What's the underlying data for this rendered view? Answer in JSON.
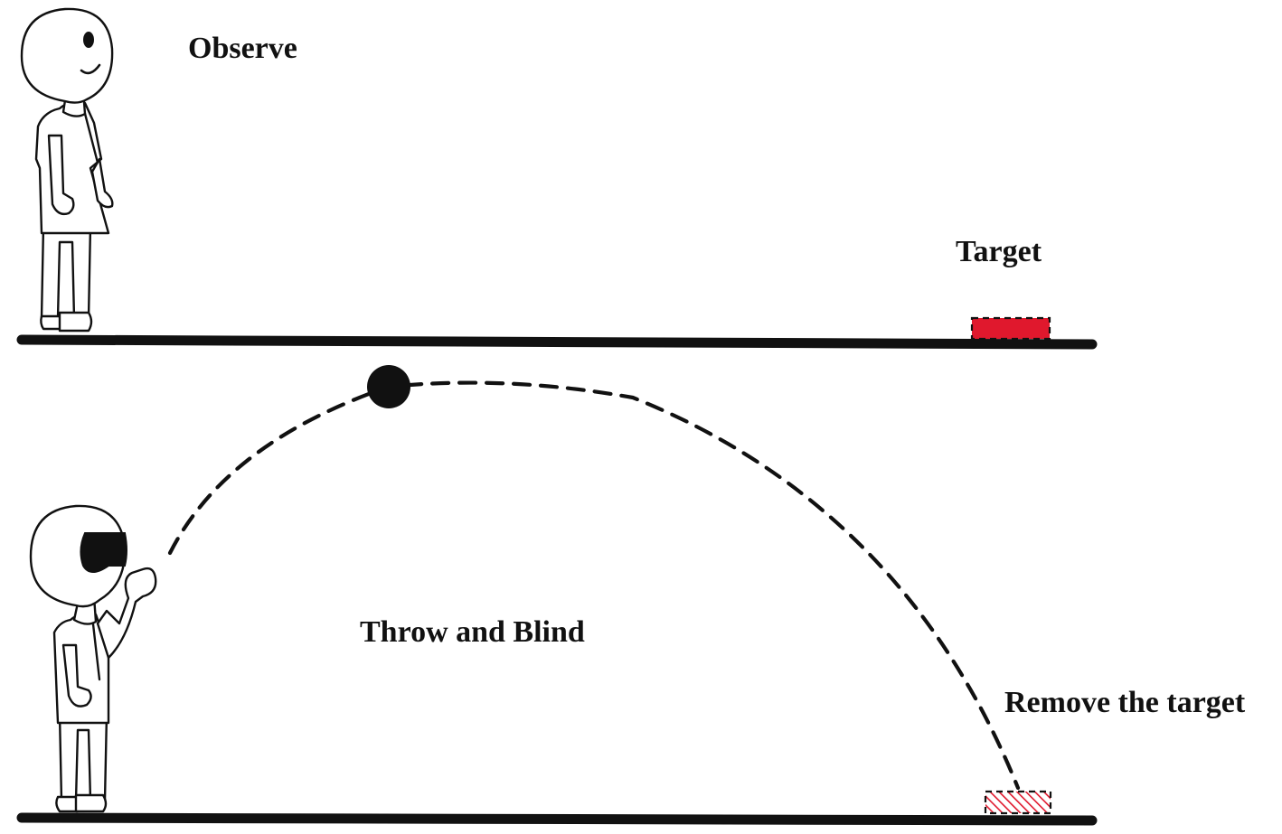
{
  "labels": {
    "observe": "Observe",
    "target": "Target",
    "throw_and_blind": "Throw and Blind",
    "remove_target": "Remove the target"
  },
  "colors": {
    "ink": "#111111",
    "target_red": "#e0182d",
    "background": "#ffffff"
  },
  "scenes": [
    {
      "name": "observe",
      "person_state": "eyes-open-smiling",
      "target_state": "present"
    },
    {
      "name": "throw-and-blind",
      "person_state": "blindfolded-throwing",
      "target_state": "removed"
    }
  ],
  "icons": {
    "person": "stick-figure-icon",
    "ball": "ball-icon",
    "target": "target-marker-icon",
    "blindfold": "blindfold-icon"
  }
}
